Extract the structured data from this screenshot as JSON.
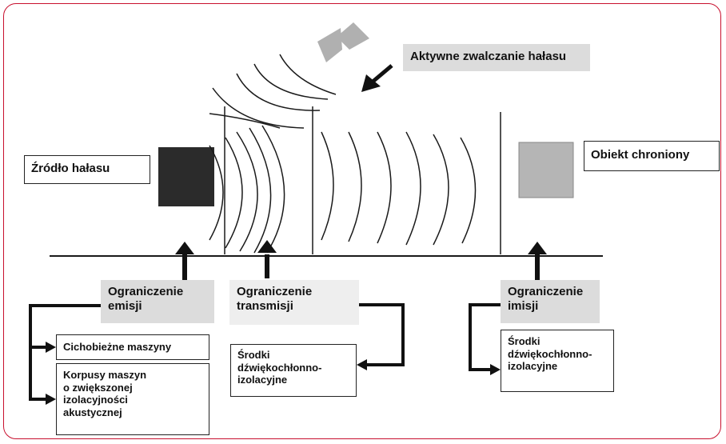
{
  "source_label": "Źródło hałasu",
  "protected_object_label": "Obiekt chroniony",
  "active_label": "Aktywne zwalczanie hałasu",
  "emission": {
    "title": "Ograniczenie emisji",
    "title_lines": [
      "Ograniczenie",
      "emisji"
    ],
    "items": [
      "Cichobieżne maszyny",
      "Korpusy maszyn o zwiększonej izolacyjności akustycznej"
    ],
    "item2_lines": [
      "Korpusy maszyn",
      "o zwiększonej",
      "izolacyjności",
      "akustycznej"
    ]
  },
  "transmission": {
    "title_lines": [
      "Ograniczenie",
      "transmisji"
    ],
    "item_lines": [
      "Środki",
      "dźwiękochłonno-",
      "izolacyjne"
    ]
  },
  "immission": {
    "title_lines": [
      "Ograniczenie",
      "imisji"
    ],
    "item_lines": [
      "Środki",
      "dźwiękochłonno-",
      "izolacyjne"
    ]
  },
  "colors": {
    "frame_border": "#c8102e",
    "source_fill": "#2b2b2b",
    "object_fill": "#b5b5b5",
    "speaker_fill": "#b0b0b0",
    "label_grey": "#dcdcdc",
    "line": "#1a1a1a"
  }
}
